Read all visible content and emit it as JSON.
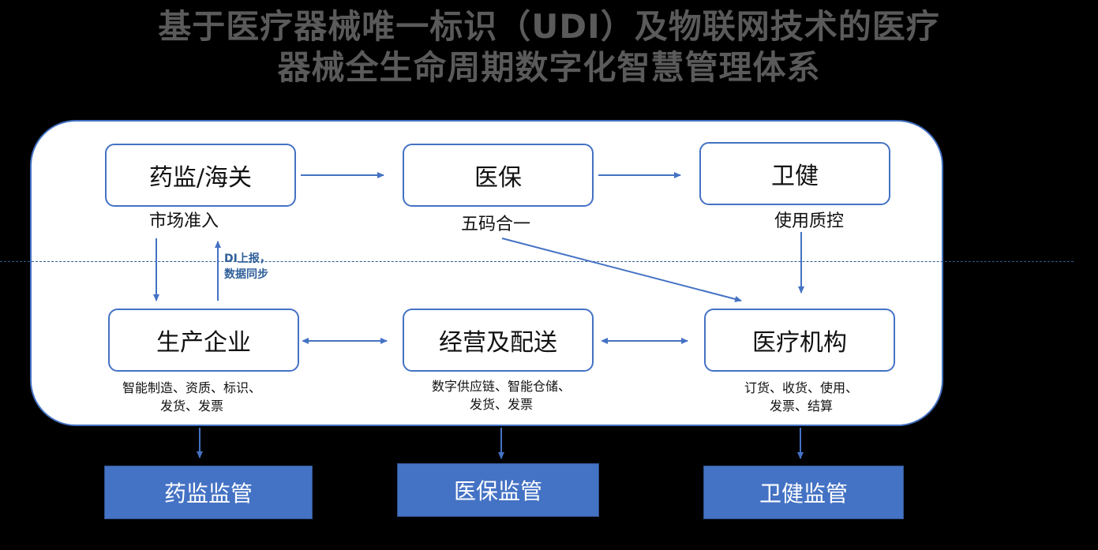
{
  "title": {
    "line1": "基于医疗器械唯一标识（UDI）及物联网技术的医疗",
    "line2": "器械全生命周期数字化智慧管理体系"
  },
  "nodes": {
    "yaojian_haiguan": "药监/海关",
    "yibao": "医保",
    "weijian": "卫健",
    "shengchan": "生产企业",
    "jingying": "经营及配送",
    "yiliao": "医疗机构"
  },
  "labels": {
    "market_access": "市场准入",
    "five_code": "五码合一",
    "quality_control": "使用质控",
    "di_report_line1": "DI上报，",
    "di_report_line2": "数据同步"
  },
  "details": {
    "shengchan_line1": "智能制造、资质、标识、",
    "shengchan_line2": "发货、发票",
    "jingying_line1": "数字供应链、智能仓储、",
    "jingying_line2": "发货、发票",
    "yiliao_line1": "订货、收货、使用、",
    "yiliao_line2": "发票、结算"
  },
  "regulators": {
    "yaojian": "药监监管",
    "yibao": "医保监管",
    "weijian": "卫健监管"
  },
  "colors": {
    "background": "#000000",
    "title": "#5a5a5a",
    "accent": "#4472c4",
    "note": "#2f5f9a"
  }
}
